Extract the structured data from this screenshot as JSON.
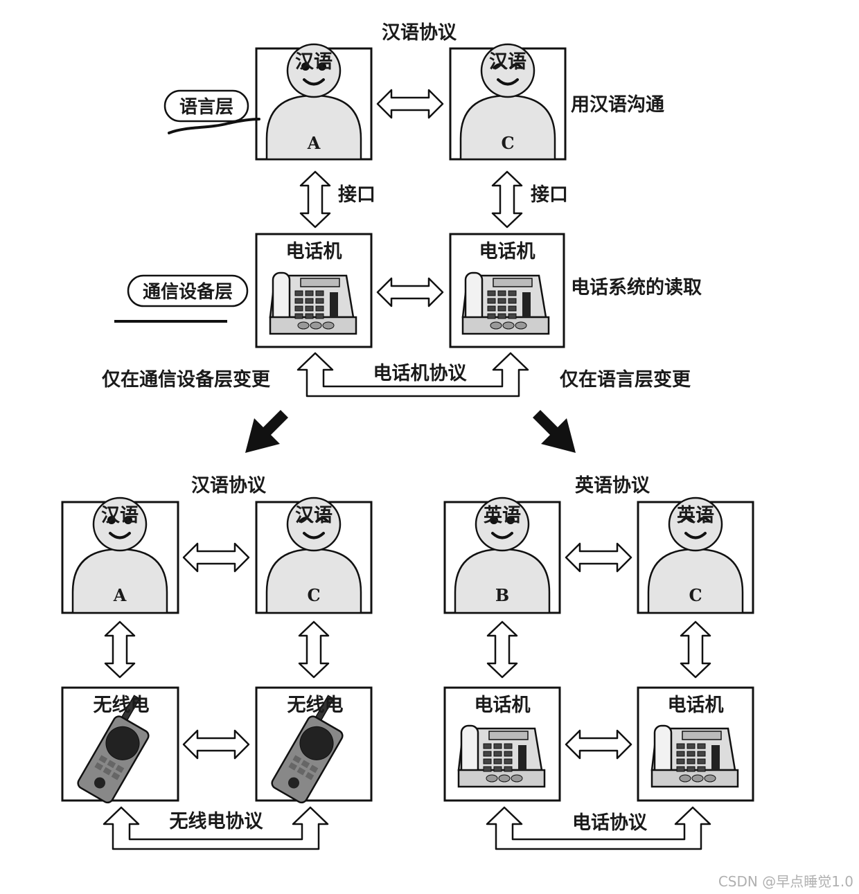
{
  "top": {
    "protocol": "汉语协议",
    "left_lang": "汉语",
    "right_lang": "汉语",
    "left_person": "A",
    "right_person": "C",
    "lang_layer": "语言层",
    "comm_note": "用汉语沟通",
    "interface_left": "接口",
    "interface_right": "接口",
    "left_device": "电话机",
    "right_device": "电话机",
    "device_layer": "通信设备层",
    "device_note": "电话系统的读取",
    "device_protocol": "电话机协议",
    "change_left": "仅在通信设备层变更",
    "change_right": "仅在语言层变更"
  },
  "bottom_left": {
    "protocol": "汉语协议",
    "left_lang": "汉语",
    "right_lang": "汉语",
    "left_person": "A",
    "right_person": "C",
    "left_device": "无线电",
    "right_device": "无线电",
    "device_protocol": "无线电协议"
  },
  "bottom_right": {
    "protocol": "英语协议",
    "left_lang": "英语",
    "right_lang": "英语",
    "left_person": "B",
    "right_person": "C",
    "left_device": "电话机",
    "right_device": "电话机",
    "device_protocol": "电话协议"
  },
  "watermark": "CSDN @早点睡觉1.0"
}
